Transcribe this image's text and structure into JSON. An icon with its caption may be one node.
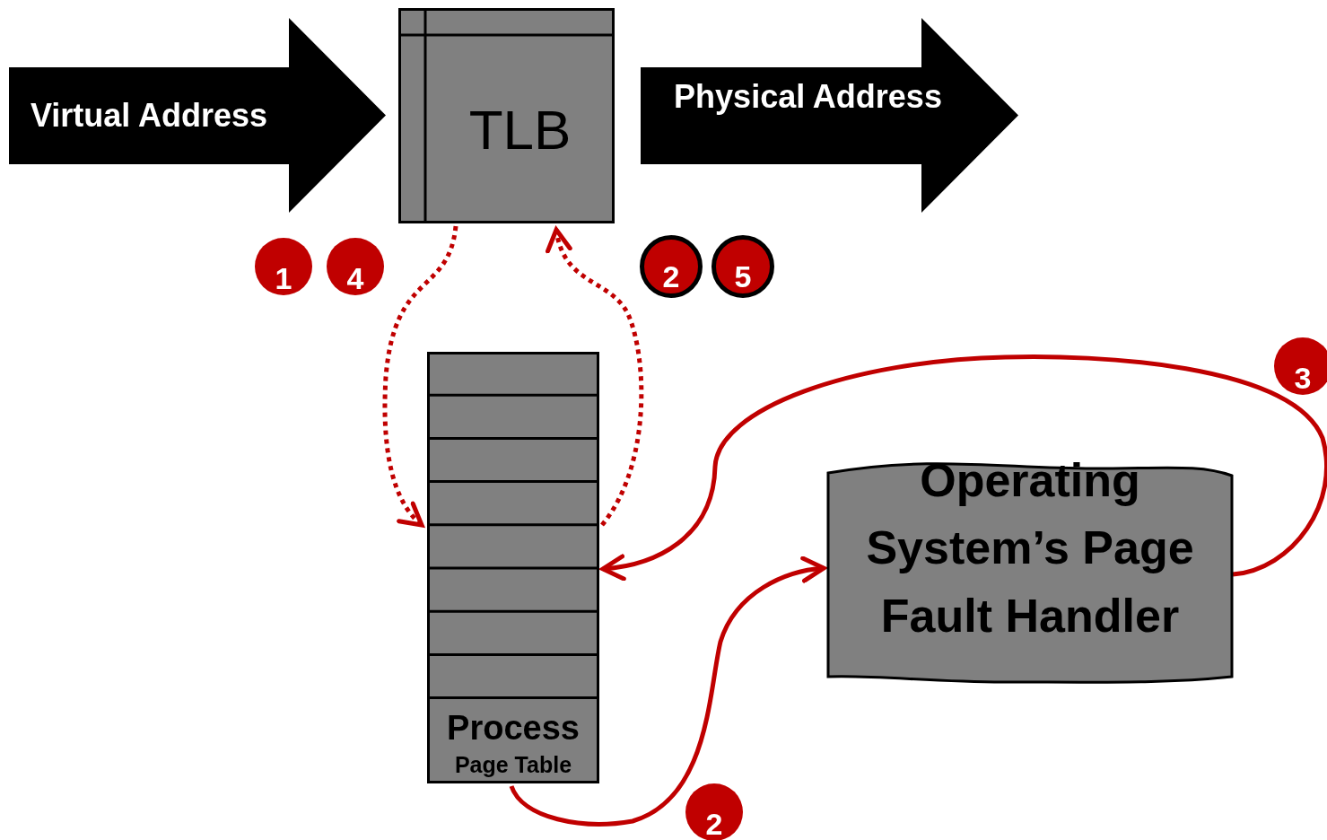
{
  "diagram": {
    "nodes": [
      {
        "text": [
          "Virtual Address"
        ]
      },
      {
        "text": [
          "TLB"
        ]
      },
      {
        "text": [
          "Physical Address"
        ]
      },
      {
        "text": [
          "Process",
          "Page Table"
        ]
      },
      {
        "text": [
          "Operating System’s Page Fault Handler"
        ]
      }
    ],
    "edges": [
      {
        "from": 1,
        "to": 3,
        "arrow": "to",
        "style": "dashed"
      },
      {
        "from": 3,
        "to": 1,
        "arrow": "to",
        "style": "dashed"
      },
      {
        "from": 3,
        "to": 4,
        "arrow": "to"
      },
      {
        "from": 4,
        "to": 3,
        "arrow": "to"
      }
    ],
    "labels": [
      "1",
      "4",
      "2",
      "5",
      "3",
      "2"
    ]
  }
}
